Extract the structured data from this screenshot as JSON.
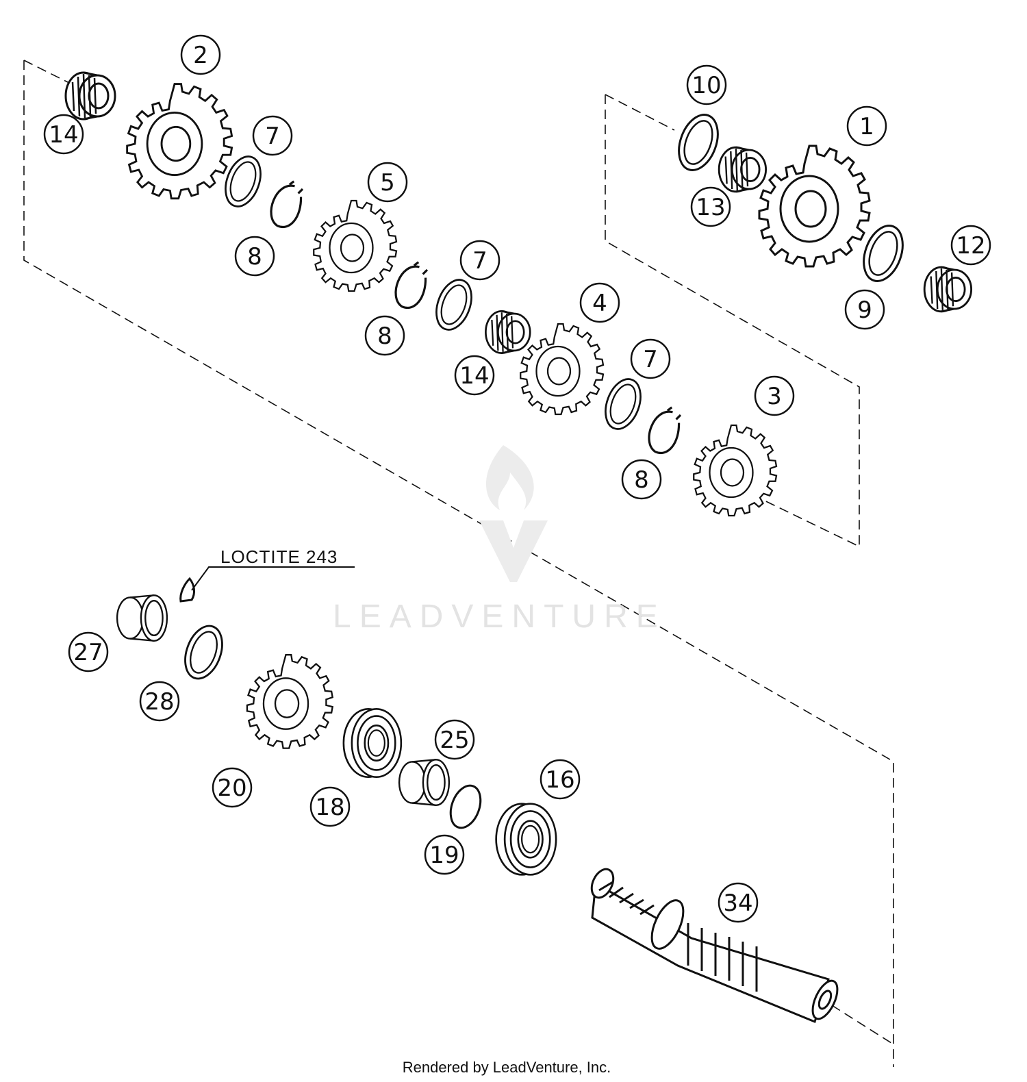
{
  "annotation": "LOCTITE 243",
  "watermark": "LEADVENTURE",
  "credit": "Rendered by LeadVenture, Inc.",
  "colors": {
    "line": "#111111",
    "watermark": "#e3e3e3"
  },
  "watermark_icon": "flame-v-logo-icon",
  "callouts": [
    "1",
    "2",
    "3",
    "4",
    "5",
    "7",
    "7",
    "7",
    "8",
    "8",
    "8",
    "9",
    "10",
    "12",
    "13",
    "14",
    "14",
    "16",
    "18",
    "19",
    "20",
    "25",
    "27",
    "28",
    "34"
  ]
}
